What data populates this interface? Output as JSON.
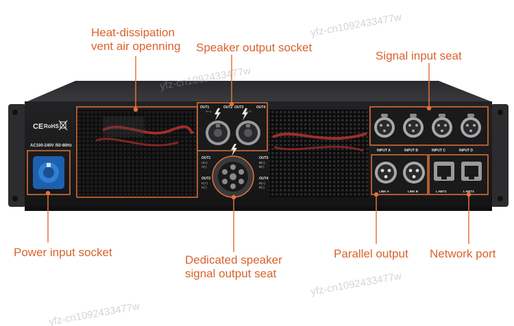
{
  "callouts": {
    "heat_line1": "Heat-dissipation",
    "heat_line2": "vent air openning",
    "speaker_output": "Speaker output socket",
    "signal_input": "Signal input seat",
    "power_input": "Power input socket",
    "dedicated_line1": "Dedicated speaker",
    "dedicated_line2": "signal output seat",
    "parallel_output": "Parallel output",
    "network_port": "Network port"
  },
  "panel_labels": {
    "ce": "CE",
    "rohs": "RoHS",
    "voltage": "AC100-240V /50-60Hz",
    "out1": "OUT1",
    "out2": "OUT2",
    "out3": "OUT3",
    "out4": "OUT4",
    "pin_a": "1+ 1-",
    "pin_b": "2+ 2-",
    "input_a": "INPUT A",
    "input_b": "INPUT B",
    "input_c": "INPUT C",
    "input_d": "INPUT D",
    "link_a": "LINK A",
    "link_b": "LINK B",
    "lnet1": "L-NET1",
    "lnet2": "L-NET2",
    "a_plus": "A(+)",
    "a_minus": "A(-)",
    "b_plus": "B(+)",
    "b_minus": "B(-)",
    "c_plus": "C(+)",
    "c_minus": "C(-)",
    "d_plus": "D(+)",
    "d_minus": "D(-)"
  },
  "watermark": "yfz-cn1092433477w",
  "colors": {
    "callout": "#d9622b",
    "highlight_box": "#e2733c",
    "chassis": "#1b1b1d",
    "power_connector": "#2f7fd4"
  },
  "icons": [
    "lightning-icon",
    "xlr-connector-icon",
    "speakon-connector-icon",
    "rj45-port-icon",
    "power-connector-icon",
    "weee-bin-icon"
  ]
}
